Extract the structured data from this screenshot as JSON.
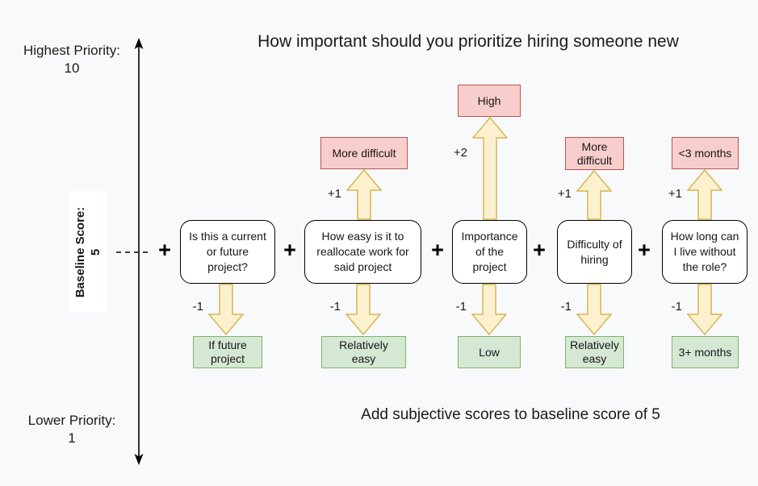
{
  "title": "How important should you prioritize hiring someone new",
  "footer": "Add subjective scores to baseline score of 5",
  "operator": "+",
  "axis": {
    "top_label": "Highest Priority:",
    "top_value": "10",
    "bottom_label": "Lower Priority:",
    "bottom_value": "1",
    "baseline_label": "Baseline Score:",
    "baseline_value": "5"
  },
  "columns": [
    {
      "question": "Is this a current\nor future\nproject?",
      "down": {
        "delta": "-1",
        "label": "If future\nproject"
      }
    },
    {
      "question": "How easy is it to\nreallocate work for\nsaid project",
      "up": {
        "delta": "+1",
        "label": "More difficult"
      },
      "down": {
        "delta": "-1",
        "label": "Relatively\neasy"
      }
    },
    {
      "question": "Importance\nof the\nproject",
      "up": {
        "delta": "+2",
        "label": "High"
      },
      "down": {
        "delta": "-1",
        "label": "Low"
      }
    },
    {
      "question": "Difficulty of\nhiring",
      "up": {
        "delta": "+1",
        "label": "More\ndifficult"
      },
      "down": {
        "delta": "-1",
        "label": "Relatively\neasy"
      }
    },
    {
      "question": "How long can\nI live without\nthe role?",
      "up": {
        "delta": "+1",
        "label": "<3 months"
      },
      "down": {
        "delta": "-1",
        "label": "3+ months"
      }
    }
  ],
  "colors": {
    "background": "#f8f9fa",
    "box_fill": "#ffffff",
    "box_border": "#000000",
    "increase_fill": "#f8cecc",
    "increase_border": "#b85450",
    "decrease_fill": "#d5e8d4",
    "decrease_border": "#82b366",
    "arrow_fill": "#fcf1ce",
    "arrow_border": "#d6b656",
    "text": "#1b1b1b"
  }
}
